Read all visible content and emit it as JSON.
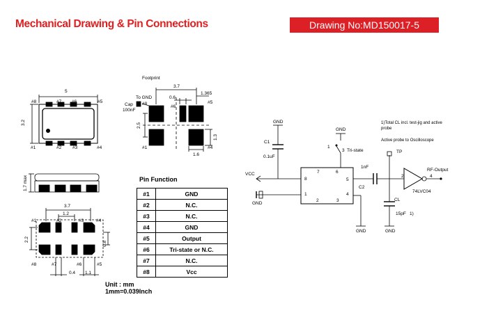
{
  "header": {
    "title": "Mechanical Drawing & Pin Connections",
    "drawing_no": "Drawing No:MD150017-5"
  },
  "mechanical": {
    "dim_length": "5",
    "dim_width": "3.2",
    "dim_height": "1.7 max",
    "pad_labels_top": [
      "#8",
      "#7",
      "#6",
      "#5"
    ],
    "pad_labels_bottom": [
      "#1",
      "#2",
      "#3",
      "#4"
    ]
  },
  "bottom_view": {
    "dims": [
      "3.7",
      "1.2",
      "2.2",
      "0.8",
      "0.4",
      "1.1"
    ],
    "labels": [
      "#1",
      "#2",
      "#3",
      "#4",
      "#8",
      "#7",
      "#6",
      "#5"
    ]
  },
  "footprint": {
    "title": "Footprint",
    "dims": [
      "3.7",
      "0.6",
      "1.365",
      "2.5",
      "1.3",
      "1.6"
    ],
    "to_gnd": "To GND",
    "cap": "Cap",
    "cap_value": "100nF",
    "labels": [
      "#8",
      "#6",
      "#5",
      "#1",
      "#4"
    ]
  },
  "pin_function": {
    "title": "Pin Function",
    "rows": [
      {
        "pin": "#1",
        "function": "GND"
      },
      {
        "pin": "#2",
        "function": "N.C."
      },
      {
        "pin": "#3",
        "function": "N.C."
      },
      {
        "pin": "#4",
        "function": "GND"
      },
      {
        "pin": "#5",
        "function": "Output"
      },
      {
        "pin": "#6",
        "function": "Tri-state or N.C."
      },
      {
        "pin": "#7",
        "function": "N.C."
      },
      {
        "pin": "#8",
        "function": "Vcc"
      }
    ]
  },
  "units": {
    "line1": "Unit : mm",
    "line2": "1mm=0.039Inch"
  },
  "circuit": {
    "gnd": "GND",
    "c1": "C1",
    "c1_value": "0.1uF",
    "vcc": "VCC",
    "tristate": "Tri-state",
    "sw_pin1": "1",
    "sw_pin3": "3",
    "cap_1nf": "1nF",
    "c2": "C2",
    "tp": "TP",
    "rf_output": "RF-Output",
    "gate": "74LVC04",
    "cl": "CL",
    "cl_value": "15pF",
    "cl_note": "1)",
    "note1": "1)Total CL incl. test-jig and active probe",
    "note2": "Active probe to Oscilloscope",
    "ic_pins": [
      "7",
      "6",
      "8",
      "5",
      "1",
      "4",
      "2",
      "3"
    ],
    "gate_in": "2",
    "gate_out": "4"
  }
}
